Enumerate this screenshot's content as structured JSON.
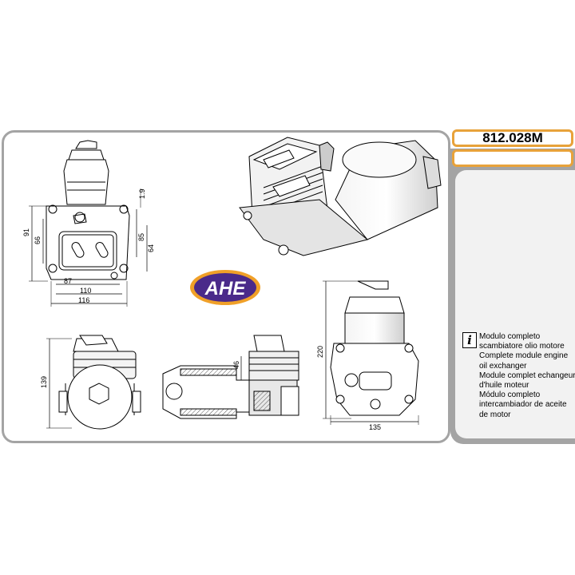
{
  "part_number": "812.028M",
  "brand_logo": "AHE",
  "description": [
    "Modulo completo",
    "scambiatore olio motore",
    "Complete module engine",
    "oil exchanger",
    "Module complet echangeur",
    "d'huile moteur",
    "Módulo completo",
    "intercambiador de aceite",
    "de motor"
  ],
  "info_icon": "info-icon",
  "dimensions": {
    "front_height_91": "91",
    "front_height_66": "66",
    "front_offset_1_9": "1.9",
    "front_height_85": "85",
    "front_height_64": "64",
    "front_width_87": "87",
    "front_width_110": "110",
    "front_width_116": "116",
    "top_height_139": "139",
    "section_46": "46",
    "side_height_220": "220",
    "side_width_135": "135"
  },
  "colors": {
    "frame": "#a4a4a4",
    "part_box_border": "#e8a23a",
    "logo_purple": "#4a2a8a",
    "logo_orange": "#f0a028"
  }
}
